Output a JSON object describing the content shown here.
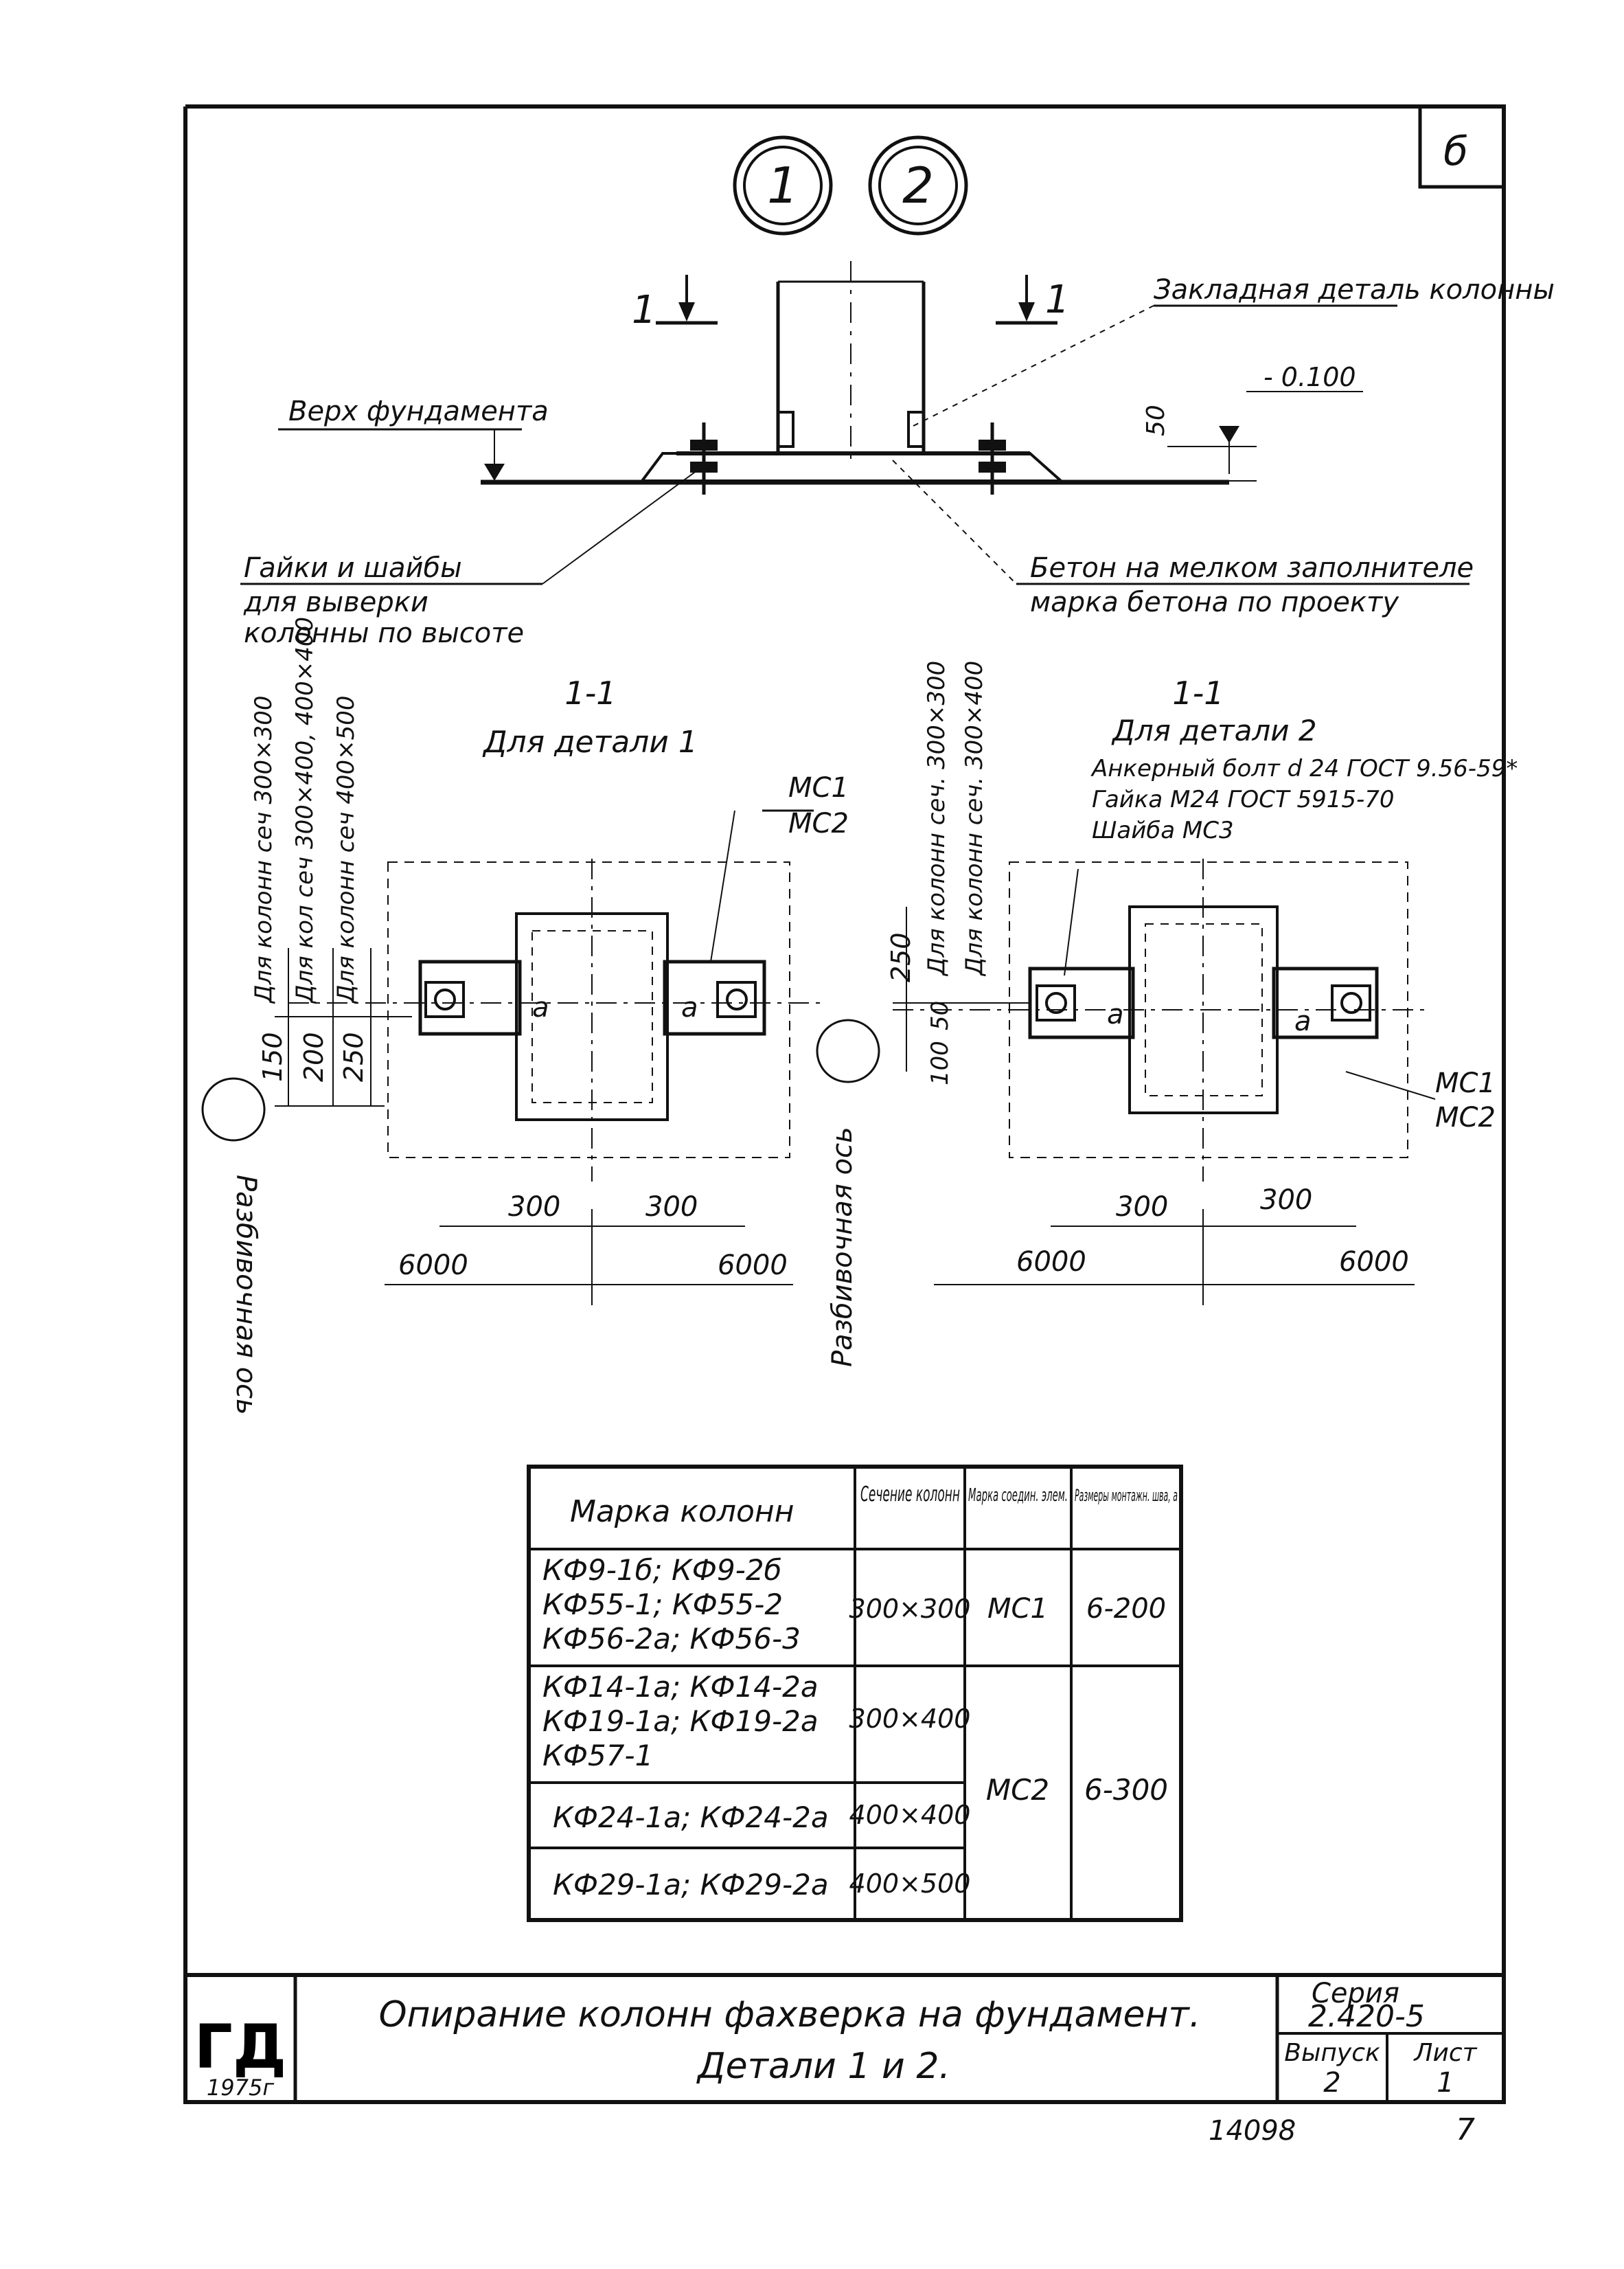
{
  "sheet_corner": "б",
  "detail_markers": [
    "1",
    "2"
  ],
  "elevation": {
    "section_mark": "1",
    "embedded_part_label": "Закладная деталь колонны",
    "foundation_top_label": "Верх фундамента",
    "level_label": "- 0.100",
    "dim_50": "50",
    "nuts_label": [
      "Гайки и шайбы",
      "для выверки",
      "колонны по высоте"
    ],
    "concrete_label": [
      "Бетон на мелком заполнителе",
      "марка бетона по проекту"
    ]
  },
  "plan_left": {
    "title": "1-1",
    "subtitle": "Для детали 1",
    "mc_labels": [
      "МС1",
      "МС2"
    ],
    "column_notes": [
      "Для колонн сеч 300×300",
      "Для кол сеч 300×400, 400×400",
      "Для колонн сеч 400×500"
    ],
    "dims_left": [
      "150",
      "200",
      "250"
    ],
    "a_label": "а",
    "dim_bottom": [
      "300",
      "300"
    ],
    "dim_grid": [
      "6000",
      "6000"
    ],
    "axis_label": "Разбивочная ось"
  },
  "plan_right": {
    "title": "1-1",
    "subtitle": "Для детали 2",
    "hardware": [
      "Анкерный болт d 24 ГОСТ 9.56-59*",
      "Гайка М24   ГОСТ 5915-70",
      "Шайба МС3"
    ],
    "mc_labels": [
      "МС1",
      "МС2"
    ],
    "column_notes": [
      "Для колонн сеч. 300×300",
      "Для колонн сеч. 300×400"
    ],
    "dims_left": [
      "250",
      "50",
      "100"
    ],
    "a_label": "а",
    "dim_bottom": [
      "300",
      "300"
    ],
    "dim_grid": [
      "6000",
      "6000"
    ],
    "axis_label": "Разбивочная ось"
  },
  "table": {
    "headers": [
      "Марка колонн",
      "Сечение колонн",
      "Марка соедин. элем.",
      "Размеры монтажн. шва, а"
    ],
    "rows": [
      {
        "marks": [
          "КФ9-1б;  КФ9-2б",
          "КФ55-1;  КФ55-2",
          "КФ56-2а; КФ56-3"
        ],
        "section": "300×300",
        "element": "МС1",
        "seam": "6-200"
      },
      {
        "marks": [
          "КФ14-1а;  КФ14-2а",
          "КФ19-1а;  КФ19-2а",
          "КФ57-1"
        ],
        "section": "300×400",
        "element": "МС2",
        "seam": "6-300"
      },
      {
        "marks": [
          "КФ24-1а;  КФ24-2а"
        ],
        "section": "400×400",
        "element": "",
        "seam": ""
      },
      {
        "marks": [
          "КФ29-1а;  КФ29-2а"
        ],
        "section": "400×500",
        "element": "",
        "seam": ""
      }
    ]
  },
  "title_block": {
    "logo": "ГД",
    "year": "1975г",
    "title_line1": "Опирание колонн  фахверка на фундамент.",
    "title_line2": "Детали  1 и 2.",
    "series_label": "Серия",
    "series_value": "2.420-5",
    "issue_label": "Выпуск",
    "issue_value": "2",
    "sheet_label": "Лист",
    "sheet_value": "1"
  },
  "footer": {
    "doc_number": "14098",
    "page_number": "7"
  }
}
